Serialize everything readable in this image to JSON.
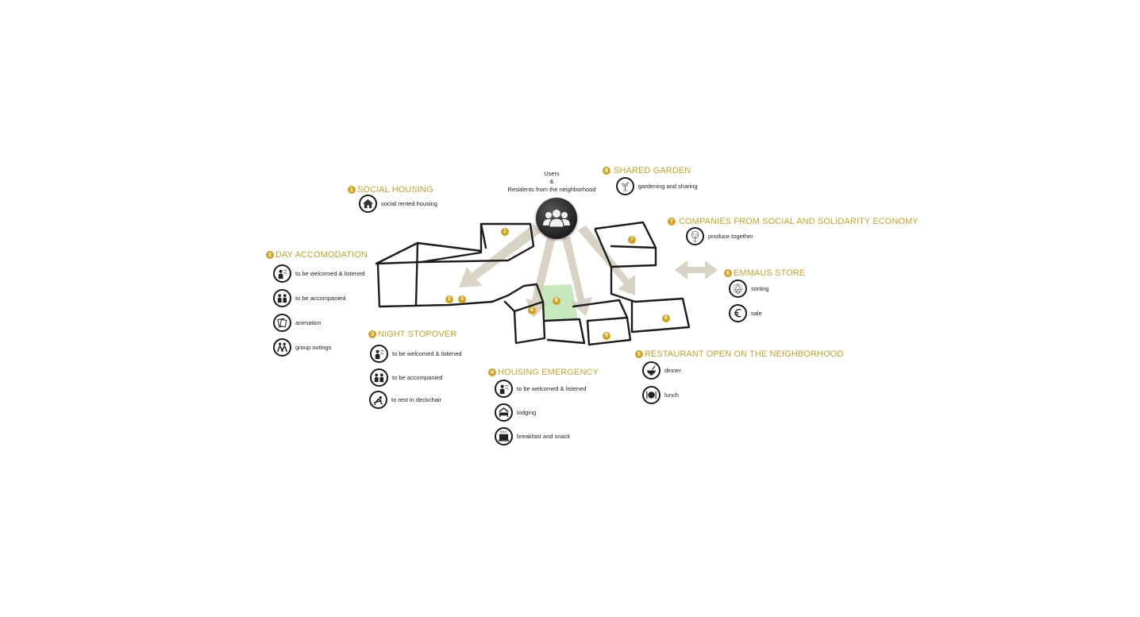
{
  "users": {
    "line1": "Users",
    "line2": "&",
    "line3": "Residents from the neighborhood",
    "icon": "people-group-icon"
  },
  "colors": {
    "accent": "#c9a227",
    "number_badge": "#d4a11a",
    "arrow": "#cfc9b5",
    "garden": "#b9e3b0"
  },
  "building_numbers": [
    "1",
    "2",
    "3",
    "4",
    "8",
    "5",
    "6",
    "7"
  ],
  "sections": {
    "social_housing": {
      "number": "1",
      "title": "SOCIAL HOUSING",
      "items": [
        {
          "label": "social rented housing",
          "icon": "house-icon"
        }
      ]
    },
    "day_accomodation": {
      "number": "2",
      "title": "DAY ACCOMODATION",
      "items": [
        {
          "label": "to be welcomed & listened",
          "icon": "welcome-icon"
        },
        {
          "label": "to be accompanied",
          "icon": "accompany-icon"
        },
        {
          "label": "animation",
          "icon": "animation-icon"
        },
        {
          "label": "group outings",
          "icon": "group-outing-icon"
        }
      ]
    },
    "night_stopover": {
      "number": "3",
      "title": "NIGHT STOPOVER",
      "items": [
        {
          "label": "to be welcomed & listened",
          "icon": "welcome-icon"
        },
        {
          "label": "to be accompanied",
          "icon": "accompany-icon"
        },
        {
          "label": "to rest in deckchair",
          "icon": "deckchair-icon"
        }
      ]
    },
    "housing_emergency": {
      "number": "4",
      "title": "HOUSING EMERGENCY",
      "items": [
        {
          "label": "to be welcomed & listened",
          "icon": "welcome-icon"
        },
        {
          "label": "lodging",
          "icon": "bed-icon"
        },
        {
          "label": "breakfast and snack",
          "icon": "coffee-cup-icon"
        }
      ]
    },
    "shared_garden": {
      "number": "8",
      "title": "SHARED GARDEN",
      "items": [
        {
          "label": "gardening and sharing",
          "icon": "plant-icon"
        }
      ]
    },
    "companies": {
      "number": "7",
      "title": "COMPANIES FROM SOCIAL AND SOLIDARITY ECONOMY",
      "items": [
        {
          "label": "produce together",
          "icon": "tree-icon"
        }
      ]
    },
    "emmaus_store": {
      "number": "6",
      "title": "EMMAUS STORE",
      "items": [
        {
          "label": "sorting",
          "icon": "recycle-icon"
        },
        {
          "label": "sale",
          "icon": "euro-icon"
        }
      ]
    },
    "restaurant": {
      "number": "5",
      "title": "RESTAURANT OPEN ON THE NEIGHBORHOOD",
      "items": [
        {
          "label": "dinner",
          "icon": "bowl-icon"
        },
        {
          "label": "lunch",
          "icon": "plate-icon"
        }
      ]
    }
  }
}
